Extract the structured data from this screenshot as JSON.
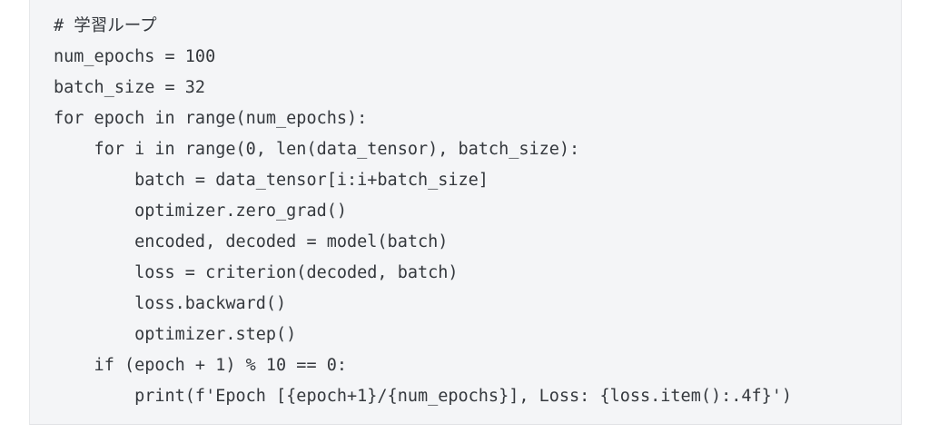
{
  "code_block": {
    "language": "python",
    "background_color": "#f4f5f7",
    "text_color": "#34383d",
    "border_color": "#e4e6e9",
    "lines": [
      "# 学習ループ",
      "num_epochs = 100",
      "batch_size = 32",
      "for epoch in range(num_epochs):",
      "    for i in range(0, len(data_tensor), batch_size):",
      "        batch = data_tensor[i:i+batch_size]",
      "        optimizer.zero_grad()",
      "        encoded, decoded = model(batch)",
      "        loss = criterion(decoded, batch)",
      "        loss.backward()",
      "        optimizer.step()",
      "    if (epoch + 1) % 10 == 0:",
      "        print(f'Epoch [{epoch+1}/{num_epochs}], Loss: {loss.item():.4f}')"
    ]
  }
}
